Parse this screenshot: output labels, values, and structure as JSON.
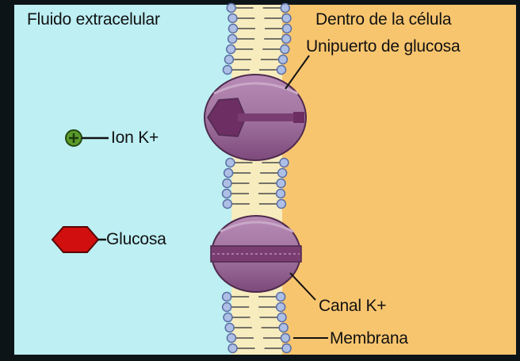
{
  "labels": {
    "outside": "Fluido extracelular",
    "inside": "Dentro de la célula",
    "uniporter": "Unipuerto de glucosa",
    "ion": "Ion K+",
    "glucose": "Glucosa",
    "channel": "Canal K+",
    "membrane": "Membrana"
  },
  "icons": {
    "ion": "potassium-ion-icon",
    "glucose": "glucose-molecule-icon"
  },
  "colors": {
    "extracellular": "#bdeff3",
    "intracellular": "#f8c56f",
    "protein": "#9d6b9d",
    "protein_dark": "#6c2e63",
    "lipid_head": "#aebfe6",
    "lipid_tail": "#f6ecbe",
    "ion_fill": "#5a9a2c",
    "glucose_fill": "#d10f0f",
    "frame": "#0d1418"
  }
}
